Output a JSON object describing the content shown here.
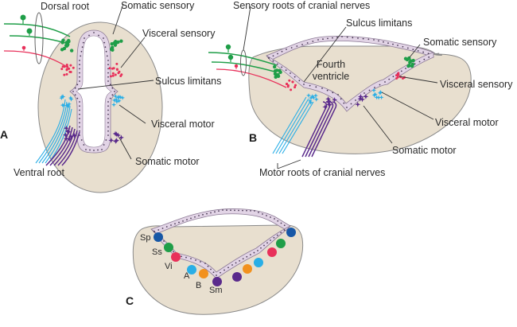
{
  "colors": {
    "somatic_sensory": "#1f9e48",
    "visceral_sensory": "#e8305a",
    "visceral_motor": "#29aee6",
    "somatic_motor": "#5a2a8c",
    "special_somatic": "#1757a6",
    "column_b": "#f2911e",
    "tissue": "#e8dfcf",
    "ependyma": "#e2d4e6"
  },
  "panel_a": {
    "letter": "A",
    "labels": {
      "dorsal_root": "Dorsal root",
      "somatic_sensory": "Somatic sensory",
      "visceral_sensory": "Visceral sensory",
      "sulcus_limitans": "Sulcus limitans",
      "visceral_motor": "Visceral motor",
      "somatic_motor": "Somatic motor",
      "ventral_root": "Ventral root"
    }
  },
  "panel_b": {
    "letter": "B",
    "labels": {
      "sensory_roots": "Sensory roots of cranial nerves",
      "sulcus_limitans": "Sulcus limitans",
      "fourth_ventricle_1": "Fourth",
      "fourth_ventricle_2": "ventricle",
      "somatic_sensory": "Somatic sensory",
      "visceral_sensory": "Visceral sensory",
      "visceral_motor": "Visceral motor",
      "somatic_motor": "Somatic motor",
      "motor_roots": "Motor roots of cranial nerves"
    }
  },
  "panel_c": {
    "letter": "C",
    "columns": [
      {
        "abbr": "Sp",
        "color_key": "special_somatic"
      },
      {
        "abbr": "Ss",
        "color_key": "somatic_sensory"
      },
      {
        "abbr": "Vi",
        "color_key": "visceral_sensory"
      },
      {
        "abbr": "A",
        "color_key": "visceral_motor"
      },
      {
        "abbr": "B",
        "color_key": "column_b"
      },
      {
        "abbr": "Sm",
        "color_key": "somatic_motor"
      }
    ]
  }
}
